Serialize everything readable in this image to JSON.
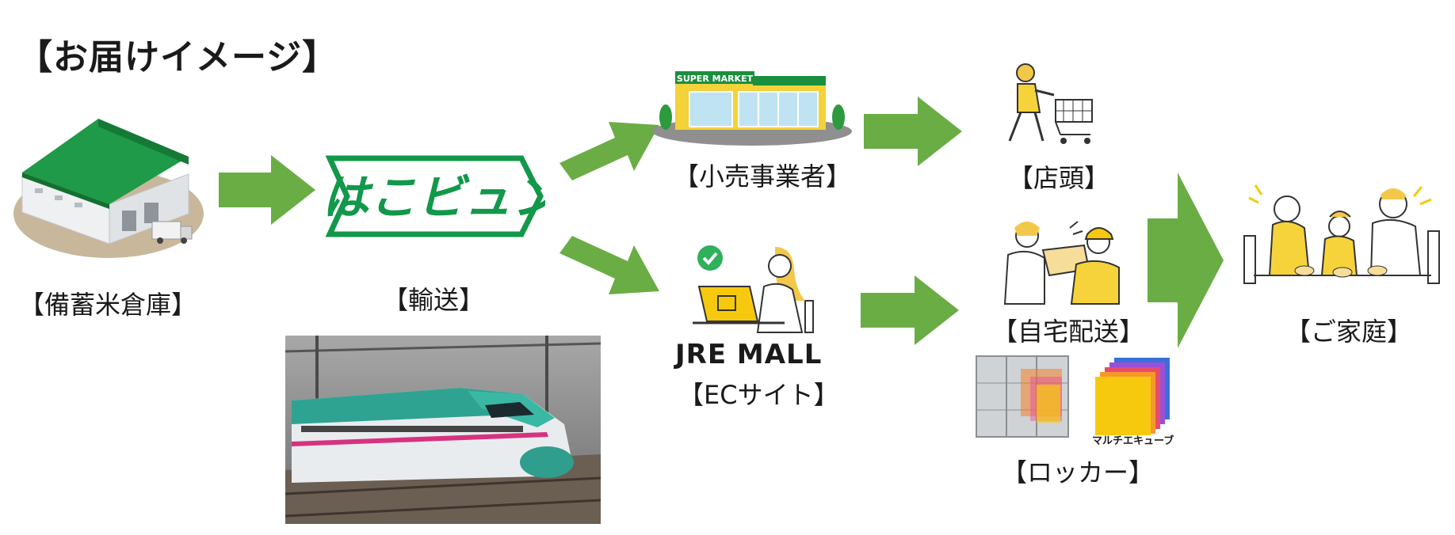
{
  "title": "【お届けイメージ】",
  "nodes": {
    "warehouse": {
      "label": "【備蓄米倉庫】"
    },
    "transport": {
      "label": "【輸送】",
      "logo_text": "はこビュン"
    },
    "retailer": {
      "label": "【小売事業者】",
      "sign_text": "SUPER MARKET"
    },
    "ec_site": {
      "label": "【ECサイト】",
      "logo_text": "JRE MALL"
    },
    "store_front": {
      "label": "【店頭】"
    },
    "home_delivery": {
      "label": "【自宅配送】"
    },
    "locker": {
      "label": "【ロッカー】",
      "brand_text": "マルチエキューブ"
    },
    "household": {
      "label": "【ご家庭】"
    }
  },
  "colors": {
    "arrow_green": "#6aad45",
    "logo_green": "#12984a",
    "roof_green": "#1a8f3e",
    "accent_yellow": "#f6c90e"
  },
  "icons": [
    "warehouse-icon",
    "bullet-train-photo",
    "supermarket-icon",
    "shopper-cart-icon",
    "woman-laptop-icon",
    "delivery-person-icon",
    "locker-icon",
    "family-meal-icon"
  ]
}
